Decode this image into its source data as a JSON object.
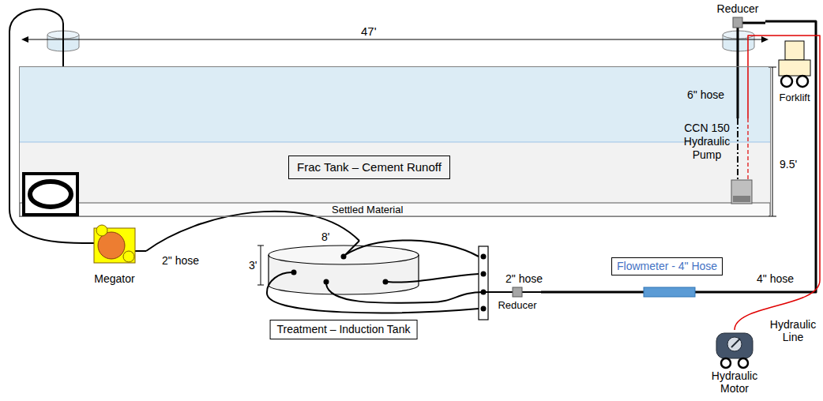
{
  "diagram": {
    "nodes": [
      {
        "text": [
          "Frac Tank – Cement Runoff"
        ]
      },
      {
        "text": [
          "CCN 150 Hydraulic Pump"
        ],
        "in": 0
      },
      {
        "text": [
          "Megator"
        ]
      },
      {
        "text": [
          "Treatment – Induction Tank"
        ]
      },
      {
        "text": [
          "Flowmeter - 4\" Hose"
        ]
      },
      {
        "text": [
          "Reducer"
        ]
      },
      {
        "text": [
          "Reducer"
        ]
      },
      {
        "text": [
          "Forklift"
        ]
      },
      {
        "text": [
          "Hydraulic Motor"
        ]
      }
    ],
    "edges": [
      {
        "from": 1,
        "to": 6,
        "arrow": "none",
        "label": "6\" hose"
      },
      {
        "from": 6,
        "to": 4,
        "arrow": "none",
        "label": "4\" hose"
      },
      {
        "from": 4,
        "to": 5,
        "arrow": "none"
      },
      {
        "from": 5,
        "to": 3,
        "arrow": "none",
        "label": "2\" hose"
      },
      {
        "from": 0,
        "to": 2,
        "arrow": "none"
      },
      {
        "from": 2,
        "to": 3,
        "arrow": "none",
        "label": "2\" hose"
      },
      {
        "from": 8,
        "to": 1,
        "arrow": "none",
        "label": "Hydraulic Line"
      }
    ],
    "labels": [
      "47'",
      "9.5'",
      "Settled Material",
      "8'",
      "3'"
    ]
  }
}
